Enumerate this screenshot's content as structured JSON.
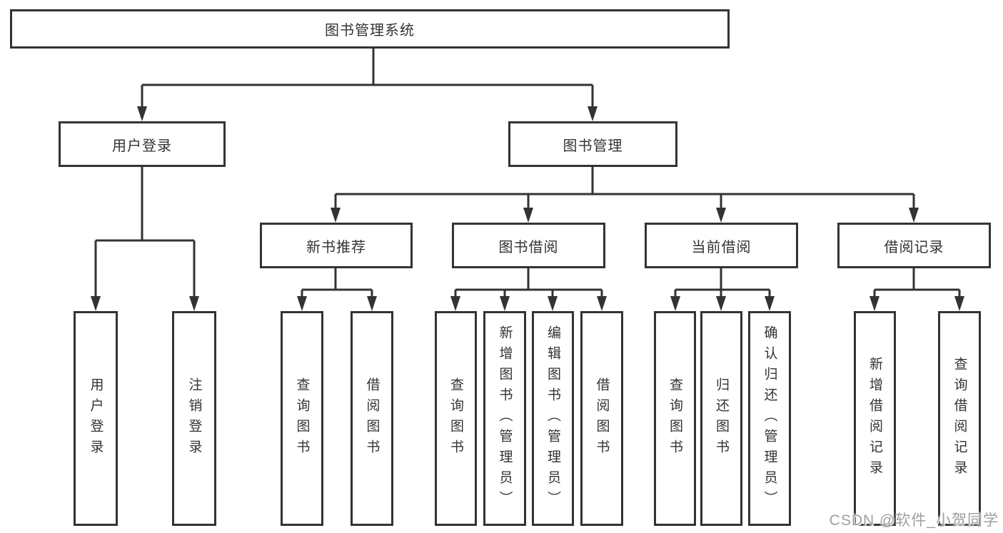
{
  "nodes": {
    "root": "图书管理系统",
    "user_login": "用户登录",
    "book_mgmt": "图书管理",
    "user_login_item": "用户登录",
    "logout_item": "注销登录",
    "new_book_rec": "新书推荐",
    "book_borrow": "图书借阅",
    "current_borrow": "当前借阅",
    "borrow_record": "借阅记录",
    "nbr_query_book": "查询图书",
    "nbr_borrow_book": "借阅图书",
    "bb_query_book": "查询图书",
    "bb_add_book": "新增图书（管理员）",
    "bb_edit_book": "编辑图书（管理员）",
    "bb_borrow_book": "借阅图书",
    "cb_query_book": "查询图书",
    "cb_return_book": "归还图书",
    "cb_confirm_return": "确认归还（管理员）",
    "br_add_record": "新增借阅记录",
    "br_query_record": "查询借阅记录"
  },
  "watermark": "CSDN @软件_小贺同学",
  "colors": {
    "line": "#333333",
    "box_border": "#333333",
    "box_background": "#ffffff",
    "text": "#333333",
    "watermark_text": "#9e9e9e",
    "page_background": "#ffffff"
  }
}
